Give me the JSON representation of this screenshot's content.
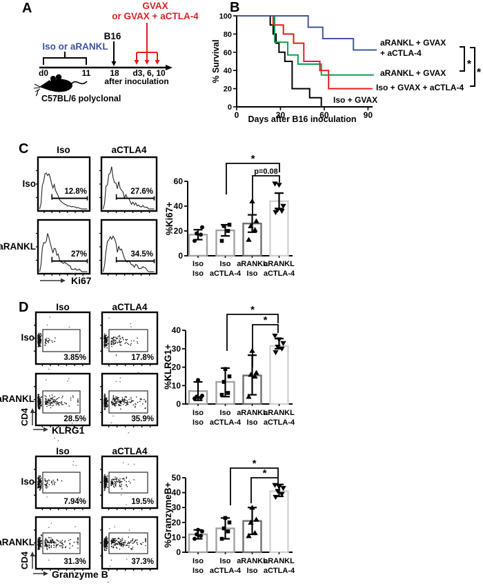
{
  "colors": {
    "red": "#e11d1f",
    "blue_text": "#3a53a5",
    "curve_blue": "#4155a4",
    "curve_green": "#149a4e",
    "curve_red": "#e8191d",
    "curve_black": "#000000",
    "bar_default": "#a2a2a2",
    "bar_dark": "#6f6f6f",
    "bar_light": "#d2d2d2"
  },
  "panelA": {
    "label": "A",
    "treat_red_line1": "GVAX",
    "treat_red_line2": "or GVAX + aCTLA-4",
    "treat_blue": "Iso or aRANKL",
    "b16": "B16",
    "tick_d0": "d0",
    "tick_11": "11",
    "tick_18": "18",
    "tick_d3610": "d3, 6, 10",
    "after_inoculation": "after inoculation",
    "mouse_label": "C57BL/6 polyclonal",
    "mouse_icon": "mouse-silhouette-icon"
  },
  "panelB": {
    "label": "B",
    "chart_data": {
      "type": "line",
      "subtype": "kaplan-meier-step",
      "xlabel": "Days after B16 inoculation",
      "ylabel": "% Survival",
      "xlim": [
        0,
        90
      ],
      "xticks": [
        0,
        30,
        60,
        90
      ],
      "ylim": [
        0,
        100
      ],
      "yticks": [
        0,
        20,
        40,
        60,
        80,
        100
      ],
      "grid": false,
      "series": [
        {
          "name": "Iso + GVAX",
          "color": "curve_black",
          "steps": [
            [
              0,
              100
            ],
            [
              23,
              90
            ],
            [
              25,
              80
            ],
            [
              27,
              70
            ],
            [
              29,
              60
            ],
            [
              33,
              50
            ],
            [
              38,
              20
            ],
            [
              50,
              10
            ],
            [
              58,
              0
            ]
          ]
        },
        {
          "name": "aRANKL + GVAX",
          "color": "curve_green",
          "steps": [
            [
              0,
              100
            ],
            [
              26,
              71
            ],
            [
              35,
              57
            ],
            [
              42,
              47
            ],
            [
              58,
              35
            ],
            [
              94,
              35
            ]
          ]
        },
        {
          "name": "Iso + GVAX + aCTLA-4",
          "color": "curve_red",
          "steps": [
            [
              0,
              100
            ],
            [
              25,
              90
            ],
            [
              32,
              80
            ],
            [
              39,
              70
            ],
            [
              46,
              50
            ],
            [
              57,
              40
            ],
            [
              63,
              20
            ],
            [
              93,
              20
            ]
          ]
        },
        {
          "name": "aRANKL + GVAX + aCTLA-4",
          "color": "curve_blue",
          "steps": [
            [
              0,
              100
            ],
            [
              49,
              87.5
            ],
            [
              59,
              75
            ],
            [
              80,
              62.5
            ],
            [
              96,
              62.5
            ]
          ]
        }
      ]
    },
    "legend": {
      "blue1": "aRANKL + GVAX",
      "blue2": "+ aCTLA-4",
      "green": "aRANKL + GVAX",
      "red": "Iso + GVAX + aCTLA-4",
      "black": "Iso + GVAX"
    },
    "sig": [
      {
        "label": "*",
        "between": [
          "aRANKL + GVAX + aCTLA-4",
          "aRANKL + GVAX"
        ]
      },
      {
        "label": "*",
        "between": [
          "aRANKL + GVAX + aCTLA-4",
          "Iso + GVAX + aCTLA-4"
        ]
      }
    ]
  },
  "panelC": {
    "label": "C",
    "flow": {
      "type": "histogram",
      "col_headers": [
        "Iso",
        "aCTLA4"
      ],
      "row_headers": [
        "Iso",
        "aRANKL"
      ],
      "x_axis": "Ki67",
      "values": [
        [
          "12.8%",
          "27.6%"
        ],
        [
          "27%",
          "34.5%"
        ]
      ]
    },
    "chart_data": {
      "type": "bar",
      "ylabel": "%Ki67+",
      "ylim": [
        0,
        60
      ],
      "yticks": [
        0,
        20,
        40,
        60
      ],
      "categories": [
        [
          "Iso",
          "Iso"
        ],
        [
          "Iso",
          "aCTLA-4"
        ],
        [
          "aRANKL",
          "Iso"
        ],
        [
          "aRANKL",
          "aCTLA-4"
        ]
      ],
      "values": [
        17,
        20.5,
        26,
        44
      ],
      "whiskers": [
        [
          13,
          21
        ],
        [
          16,
          25
        ],
        [
          19,
          33
        ],
        [
          38,
          50.5
        ]
      ],
      "points": [
        [
          12,
          17,
          18,
          23
        ],
        [
          12,
          20,
          24,
          25
        ],
        [
          13,
          21,
          24,
          28,
          44
        ],
        [
          35,
          36,
          37,
          40,
          57,
          58
        ]
      ],
      "markers": [
        "circle",
        "square",
        "triangle-up",
        "triangle-down"
      ],
      "bar_styles": [
        "bar_default",
        "bar_default",
        "bar_dark",
        "bar_light"
      ],
      "annotations": [
        {
          "label": "*",
          "between": [
            "Iso aCTLA-4",
            "aRANKL aCTLA-4"
          ]
        },
        {
          "label": "p=0.08",
          "between": [
            "aRANKL Iso",
            "aRANKL aCTLA-4"
          ]
        }
      ]
    }
  },
  "panelD": {
    "label": "D",
    "klrg1": {
      "flow": {
        "type": "dot-plot",
        "col_headers": [
          "Iso",
          "aCTLA4"
        ],
        "row_headers": [
          "Iso",
          "aRANKL"
        ],
        "x_axis": "KLRG1",
        "y_axis": "CD4",
        "values": [
          [
            "3.85%",
            "17.8%"
          ],
          [
            "28.5%",
            "35.9%"
          ]
        ]
      },
      "chart_data": {
        "type": "bar",
        "ylabel": "%KLRG1+",
        "ylim": [
          0,
          40
        ],
        "yticks": [
          0,
          10,
          20,
          30,
          40
        ],
        "categories": [
          [
            "Iso",
            "Iso"
          ],
          [
            "Iso",
            "aCTLA-4"
          ],
          [
            "aRANKL",
            "Iso"
          ],
          [
            "aRANKL",
            "aCTLA-4"
          ]
        ],
        "values": [
          7,
          12,
          15.5,
          31.5
        ],
        "whiskers": [
          [
            2,
            12
          ],
          [
            4,
            19.5
          ],
          [
            5,
            26.5
          ],
          [
            30,
            35.5
          ]
        ],
        "points": [
          [
            3,
            3.5,
            4,
            4.5,
            13
          ],
          [
            5,
            6,
            12,
            15,
            19
          ],
          [
            4,
            15,
            16,
            17,
            29
          ],
          [
            28,
            30,
            31,
            33,
            35,
            37
          ]
        ],
        "markers": [
          "circle",
          "square",
          "triangle-up",
          "triangle-down"
        ],
        "bar_styles": [
          "bar_default",
          "bar_default",
          "bar_dark",
          "bar_light"
        ],
        "annotations": [
          {
            "label": "*",
            "between": [
              "Iso aCTLA-4",
              "aRANKL aCTLA-4"
            ]
          },
          {
            "label": "*",
            "between": [
              "aRANKL Iso",
              "aRANKL aCTLA-4"
            ]
          }
        ]
      }
    },
    "gzmb": {
      "flow": {
        "type": "dot-plot",
        "col_headers": [
          "Iso",
          "aCTLA4"
        ],
        "row_headers": [
          "Iso",
          "aRANKL"
        ],
        "x_axis": "Granzyme B",
        "y_axis": "CD4",
        "values": [
          [
            "7.94%",
            "19.5%"
          ],
          [
            "31.3%",
            "37.3%"
          ]
        ]
      },
      "chart_data": {
        "type": "bar",
        "ylabel": "%GranzymeB+",
        "ylim": [
          0,
          50
        ],
        "yticks": [
          0,
          10,
          20,
          30,
          40,
          50
        ],
        "categories": [
          [
            "Iso",
            "Iso"
          ],
          [
            "Iso",
            "aCTLA-4"
          ],
          [
            "aRANKL",
            "Iso"
          ],
          [
            "aRANKL",
            "aCTLA-4"
          ]
        ],
        "values": [
          12,
          16,
          21,
          41
        ],
        "whiskers": [
          [
            9,
            15
          ],
          [
            9,
            23
          ],
          [
            12,
            30
          ],
          [
            37.5,
            45.5
          ]
        ],
        "points": [
          [
            9,
            11,
            12,
            14,
            15
          ],
          [
            9,
            14,
            16,
            20,
            23
          ],
          [
            11,
            13,
            20,
            22,
            30
          ],
          [
            37,
            39,
            41,
            43,
            44,
            45
          ]
        ],
        "markers": [
          "circle",
          "square",
          "triangle-up",
          "triangle-down"
        ],
        "bar_styles": [
          "bar_default",
          "bar_default",
          "bar_dark",
          "bar_light"
        ],
        "annotations": [
          {
            "label": "*",
            "between": [
              "Iso aCTLA-4",
              "aRANKL aCTLA-4"
            ]
          },
          {
            "label": "*",
            "between": [
              "aRANKL Iso",
              "aRANKL aCTLA-4"
            ]
          }
        ]
      }
    }
  }
}
